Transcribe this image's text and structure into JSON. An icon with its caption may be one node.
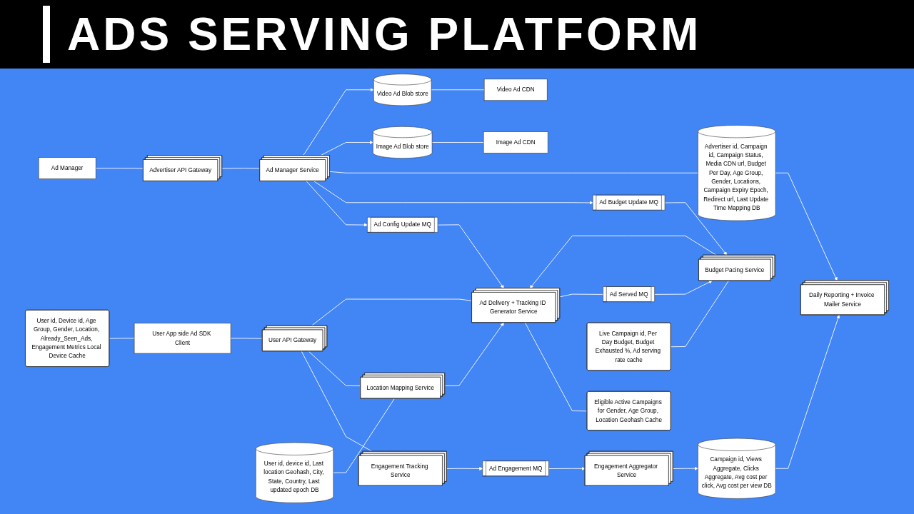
{
  "diagram": {
    "title": "ADS SERVING PLATFORM",
    "nodes": [
      {
        "text": [
          "Image Ad CDN"
        ]
      },
      {
        "text": [
          "Video Ad CDN"
        ]
      },
      {
        "text": [
          "User App side Ad SDK Client"
        ]
      },
      {
        "text": [
          "User id, Device id, Age Group, Gender, Location, Already_Seen_Ads, Engagement Metrics Local Device Cache"
        ]
      },
      {
        "text": [
          "Ad Manager"
        ]
      },
      {
        "text": [
          "User API Gateway"
        ]
      },
      {
        "text": [
          "Advertiser API Gateway"
        ]
      },
      {
        "text": [
          "Engagement Tracking Service"
        ]
      },
      {
        "text": [
          "Location Mapping Service"
        ]
      },
      {
        "text": [
          "Ad Delivery + Tracking ID Generator Service"
        ]
      },
      {
        "text": [
          "Ad Config Update MQ"
        ]
      },
      {
        "text": [
          "Ad Manager Service"
        ]
      },
      {
        "text": [
          "Ad Budget Update MQ"
        ]
      },
      {
        "text": [
          "Ad Engagement MQ"
        ]
      },
      {
        "text": [
          "User id, device id, Last location Geohash, City, State, Country, Last updated epoch DB"
        ]
      },
      {
        "text": [
          "Eligible Active Campaigns for Gender, Age Group, Location Geohash Cache"
        ]
      },
      {
        "text": [
          "Engagement Aggregator Service"
        ]
      },
      {
        "text": [
          "Advertiser id, Campaign id, Campaign Status, Media CDN url, Budget Per Day, Age Group, Gender, Locations, Campaign Expiry Epoch, Redirect url, Last Update Time Mapping DB"
        ]
      },
      {
        "text": [
          "Campaign id, Views Aggregate, Clicks Aggregate, Avg cost per click, Avg cost per view DB"
        ]
      },
      {
        "text": [
          "Ad Served MQ"
        ]
      },
      {
        "text": [
          "Budget Pacing Service"
        ]
      },
      {
        "text": [
          "Live Campaign id, Per Day Budget, Budget Exhausted %, Ad serving rate cache"
        ]
      },
      {
        "text": [
          "Image Ad Blob store"
        ]
      },
      {
        "text": [
          "Video Ad Blob store"
        ]
      },
      {
        "text": [
          "Daily Reporting + Invoice Mailer Service"
        ]
      }
    ],
    "edges": [
      {
        "from": 3,
        "to": 2,
        "arrow": "none"
      },
      {
        "from": 2,
        "to": 5,
        "arrow": "none"
      },
      {
        "from": 4,
        "to": 6,
        "arrow": "none"
      },
      {
        "from": 5,
        "to": 7,
        "arrow": "none"
      },
      {
        "from": 5,
        "to": 8,
        "arrow": "none"
      },
      {
        "from": 5,
        "to": 9,
        "arrow": "none"
      },
      {
        "from": 6,
        "to": 11,
        "arrow": "none"
      },
      {
        "from": 8,
        "to": 9,
        "arrow": "to"
      },
      {
        "from": 14,
        "to": 8,
        "arrow": "none"
      },
      {
        "from": 10,
        "to": 9,
        "arrow": "to"
      },
      {
        "from": 11,
        "to": 10,
        "arrow": "to"
      },
      {
        "from": 11,
        "to": 12,
        "arrow": "to"
      },
      {
        "from": 9,
        "to": 15,
        "arrow": "none"
      },
      {
        "from": 11,
        "to": 17,
        "arrow": "none"
      },
      {
        "from": 7,
        "to": 13,
        "arrow": "to"
      },
      {
        "from": 13,
        "to": 16,
        "arrow": "to"
      },
      {
        "from": 16,
        "to": 18,
        "arrow": "to"
      },
      {
        "from": 9,
        "to": 19,
        "arrow": "none"
      },
      {
        "from": 19,
        "to": 20,
        "arrow": "to"
      },
      {
        "from": 20,
        "to": 9,
        "arrow": "to"
      },
      {
        "from": 12,
        "to": 20,
        "arrow": "to"
      },
      {
        "from": 21,
        "to": 20,
        "arrow": "none"
      },
      {
        "from": 18,
        "to": 24,
        "arrow": "to"
      },
      {
        "from": 17,
        "to": 24,
        "arrow": "to"
      },
      {
        "from": 11,
        "to": 22,
        "arrow": "to"
      },
      {
        "from": 11,
        "to": 23,
        "arrow": "to"
      },
      {
        "from": 22,
        "to": 0,
        "arrow": "none"
      },
      {
        "from": 23,
        "to": 1,
        "arrow": "none"
      }
    ]
  }
}
